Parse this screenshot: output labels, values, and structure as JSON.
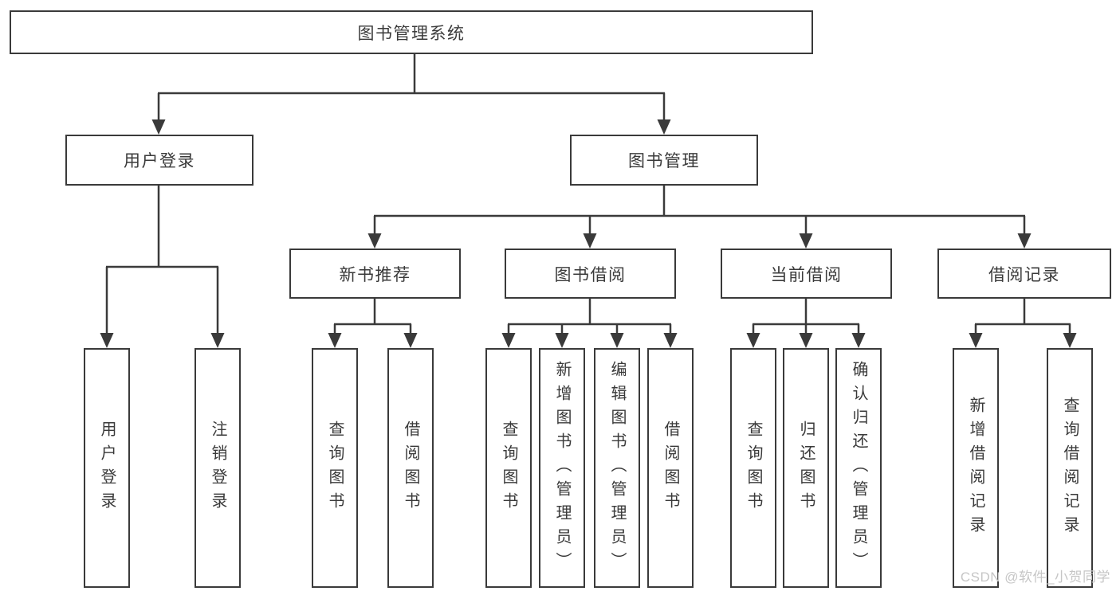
{
  "tree": {
    "root": {
      "label": "图书管理系统",
      "children": [
        {
          "label": "用户登录",
          "children": [
            {
              "label": "用户登录"
            },
            {
              "label": "注销登录"
            }
          ]
        },
        {
          "label": "图书管理",
          "children": [
            {
              "label": "新书推荐",
              "children": [
                {
                  "label": "查询图书"
                },
                {
                  "label": "借阅图书"
                }
              ]
            },
            {
              "label": "图书借阅",
              "children": [
                {
                  "label": "查询图书"
                },
                {
                  "label": "新增图书（管理员）"
                },
                {
                  "label": "编辑图书（管理员）"
                },
                {
                  "label": "借阅图书"
                }
              ]
            },
            {
              "label": "当前借阅",
              "children": [
                {
                  "label": "查询图书"
                },
                {
                  "label": "归还图书"
                },
                {
                  "label": "确认归还（管理员）"
                }
              ]
            },
            {
              "label": "借阅记录",
              "children": [
                {
                  "label": "新增借阅记录"
                },
                {
                  "label": "查询借阅记录"
                }
              ]
            }
          ]
        }
      ]
    }
  },
  "watermark": {
    "text": "CSDN @软件_小贺同学"
  },
  "colors": {
    "line": "#3a3a3a",
    "text": "#3a3a3a",
    "watermark": "#c6c6c6",
    "background": "#ffffff"
  }
}
